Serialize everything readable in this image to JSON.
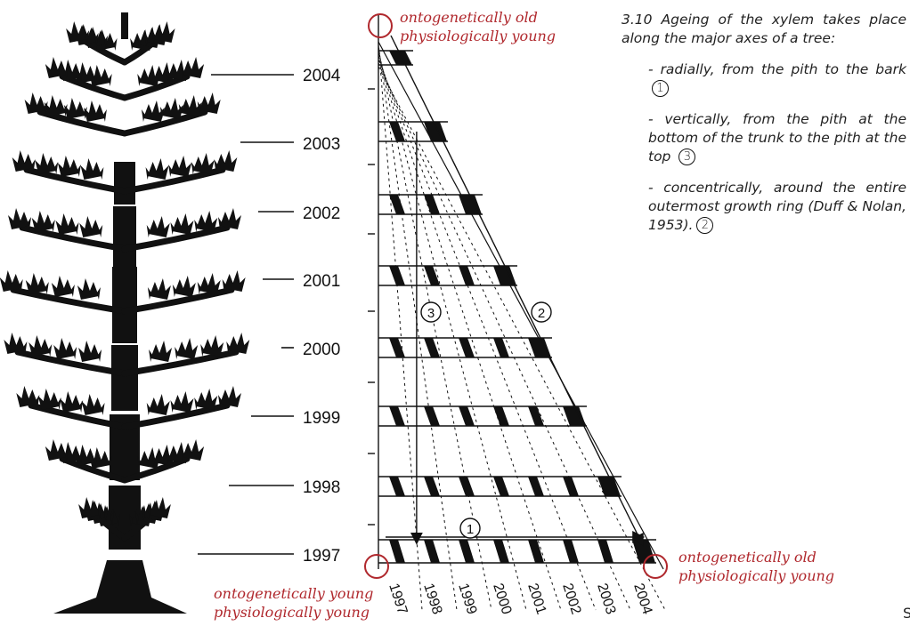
{
  "years_vertical": [
    "2004",
    "2003",
    "2002",
    "2001",
    "2000",
    "1999",
    "1998",
    "1997"
  ],
  "years_horizontal": [
    "1997",
    "1998",
    "1999",
    "2000",
    "2001",
    "2002",
    "2003",
    "2004"
  ],
  "labels": {
    "top": [
      "ontogenetically old",
      "physiologically young"
    ],
    "bottom_left": [
      "ontogenetically young",
      "physiologically young"
    ],
    "bottom_right": [
      "ontogenetically old",
      "physiologically young"
    ]
  },
  "axis_markers": {
    "radial": "1",
    "concentric": "2",
    "vertical": "3"
  },
  "caption": {
    "title": "3.10 Ageing of the xylem takes place along the major axes of a tree:",
    "radial": "- radially, from the pith to the bark",
    "radial_marker": "1",
    "vertical": "- vertically, from the pith at the bottom of the trunk to the pith at the top",
    "vertical_marker": "3",
    "concentric": "- concentrically, around the entire outermost growth ring (Duff & Nolan, 1953).",
    "concentric_marker": "2"
  },
  "page_mark": "S",
  "colors": {
    "accent_red": "#b0282d",
    "ink": "#111111"
  }
}
